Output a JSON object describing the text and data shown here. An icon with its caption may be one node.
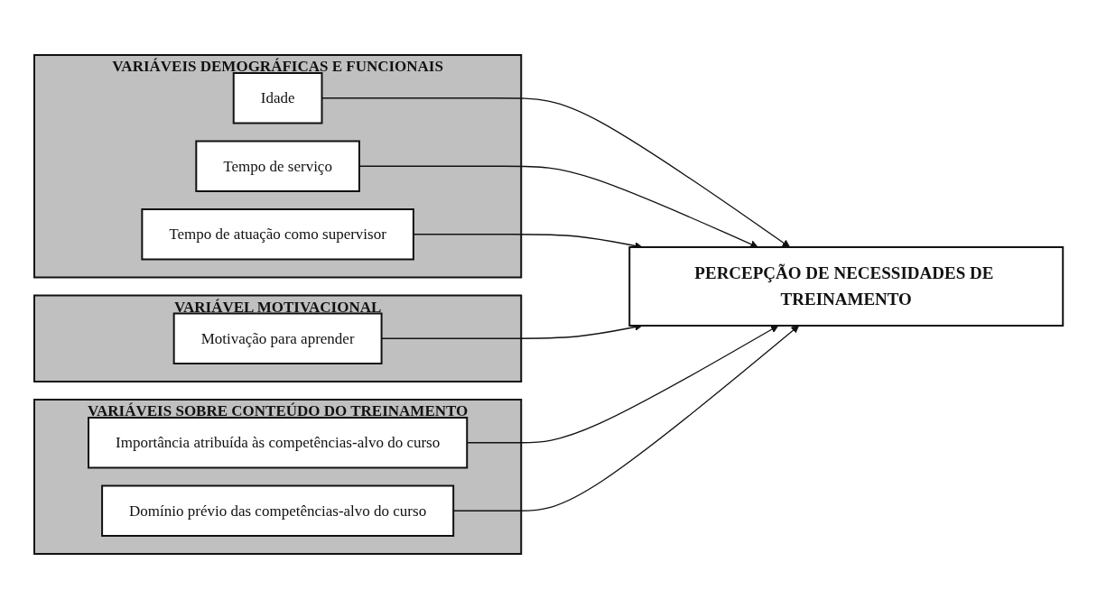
{
  "diagram": {
    "nodes": [
      {
        "text": [
          "VARIÁVEIS DEMOGRÁFICAS E FUNCIONAIS"
        ]
      },
      {
        "text": [
          "Idade"
        ],
        "in": 0
      },
      {
        "text": [
          "Tempo de serviço"
        ],
        "in": 0
      },
      {
        "text": [
          "Tempo de atuação como supervisor"
        ],
        "in": 0
      },
      {
        "text": [
          "VARIÁVEL MOTIVACIONAL"
        ]
      },
      {
        "text": [
          "Motivação para aprender"
        ],
        "in": 4
      },
      {
        "text": [
          "VARIÁVEIS SOBRE CONTEÚDO DO TREINAMENTO"
        ]
      },
      {
        "text": [
          "Importância atribuída às competências-alvo do curso"
        ],
        "in": 6
      },
      {
        "text": [
          "Domínio prévio das competências-alvo do curso"
        ],
        "in": 6
      },
      {
        "text": [
          "PERCEPÇÃO DE NECESSIDADES DE TREINAMENTO"
        ]
      }
    ],
    "edges": [
      {
        "from": 1,
        "to": 9,
        "arrow": "to"
      },
      {
        "from": 2,
        "to": 9,
        "arrow": "to"
      },
      {
        "from": 3,
        "to": 9,
        "arrow": "to"
      },
      {
        "from": 5,
        "to": 9,
        "arrow": "to"
      },
      {
        "from": 7,
        "to": 9,
        "arrow": "to"
      },
      {
        "from": 8,
        "to": 9,
        "arrow": "to"
      }
    ]
  }
}
